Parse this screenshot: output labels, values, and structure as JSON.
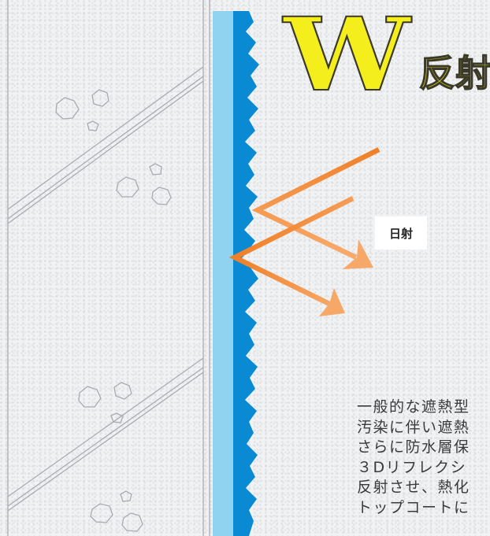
{
  "title": {
    "big_letter": "W",
    "rest": "反射"
  },
  "label_sun": "日射",
  "description_lines": [
    "一般的な遮熱型",
    "汚染に伴い遮熱",
    "さらに防水層保",
    "３Dリフレクシ",
    "反射させ、熱化",
    "トップコートに"
  ],
  "colors": {
    "background": "#f1f2f3",
    "wall_line": "#a8abb1",
    "coat_light_blue": "#8fd3f0",
    "coat_dark_blue": "#0a8ad2",
    "arrow_orange": "#f08028",
    "arrow_head": "#f6a868",
    "title_fill": "#f4ee1c",
    "title_stroke": "#3b3a2a"
  }
}
